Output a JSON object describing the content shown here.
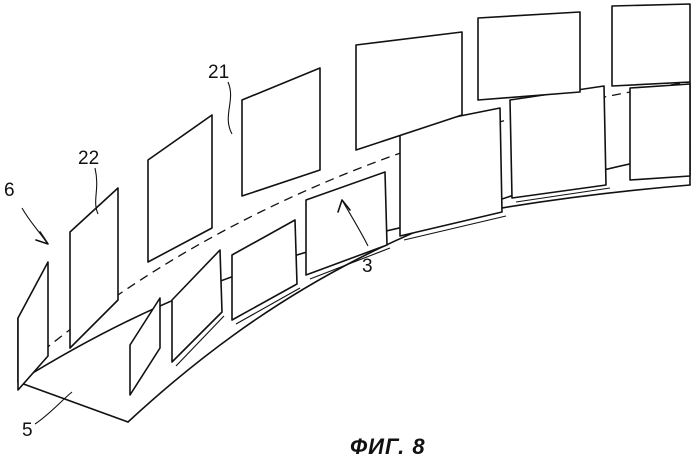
{
  "labels": {
    "ref_6": "6",
    "ref_22": "22",
    "ref_21": "21",
    "ref_3": "3",
    "ref_5": "5"
  },
  "caption": "ФИГ. 8"
}
